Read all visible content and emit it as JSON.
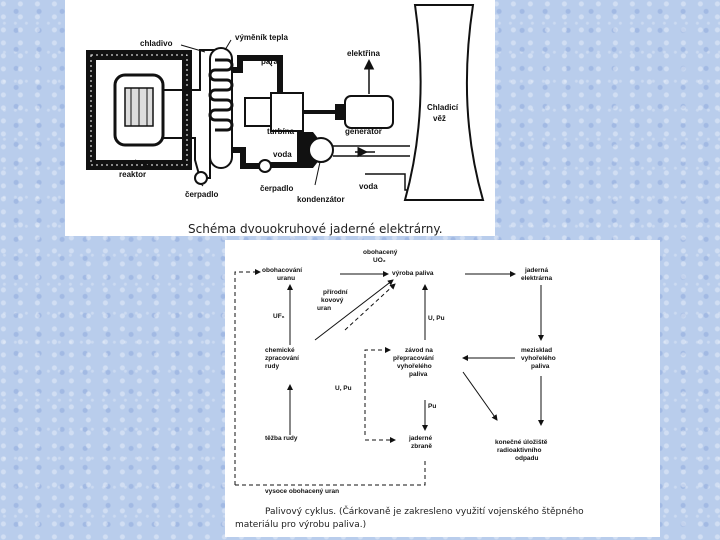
{
  "schema1": {
    "labels": {
      "coolant": "chladivo",
      "heat_exchanger": "výměník tepla",
      "steam": "pára",
      "electricity": "elektřina",
      "cooling_tower": [
        "Chladicí",
        "věž"
      ],
      "reactor": "reaktor",
      "turbine": "turbína",
      "generator": "generátor",
      "water_top": "voda",
      "water_right": "voda",
      "pump_left": "čerpadlo",
      "pump_mid": "čerpadlo",
      "condenser": "kondenzátor"
    },
    "caption": "Schéma dvouokruhové jaderné elektrárny."
  },
  "schema2": {
    "nodes": {
      "enrich": [
        "obohacování",
        "uranu"
      ],
      "fuel": "výroba paliva",
      "plant": [
        "jaderná",
        "elektrárna"
      ],
      "uf6": "UF₆",
      "enriched_uo2": [
        "obohacený",
        "UO₂"
      ],
      "natural_uranium": [
        "přírodní",
        "kovový",
        "uran"
      ],
      "u_pu_top": "U, Pu",
      "chem": [
        "chemické",
        "zpracování",
        "rudy"
      ],
      "reprocess": [
        "závod na",
        "přepracování",
        "vyhořelého",
        "paliva"
      ],
      "interim": [
        "mezisklad",
        "vyhořelého",
        "paliva"
      ],
      "u_pu_mid": "U, Pu",
      "pu": "Pu",
      "mining": "těžba rudy",
      "weapons": [
        "jaderné",
        "zbraně"
      ],
      "final": [
        "konečné úložiště",
        "radioaktivního",
        "odpadu"
      ],
      "highly_enriched": "vysoce obohacený uran"
    },
    "caption_line1": "Palivový cyklus. (Čárkovaně je zakresleno využití vojenského štěpného",
    "caption_line2": "materiálu pro výrobu paliva.)"
  }
}
